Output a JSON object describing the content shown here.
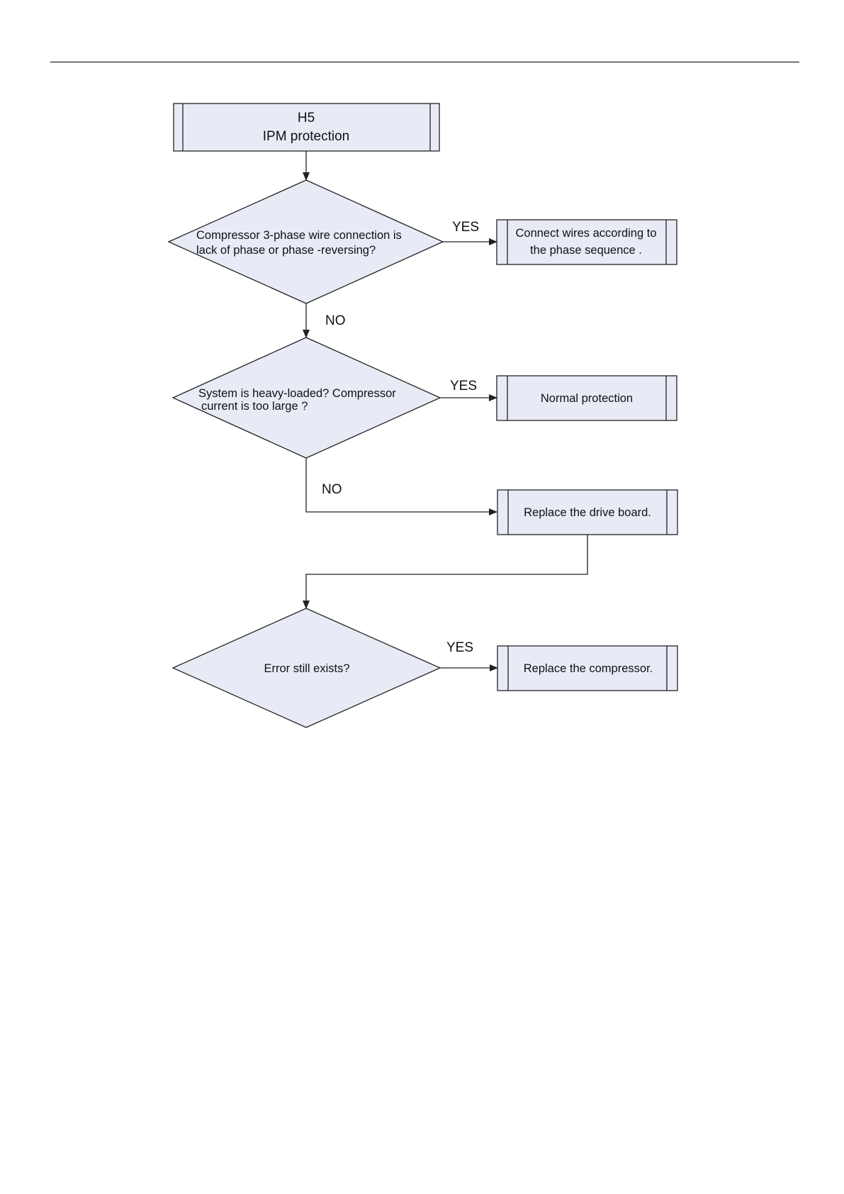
{
  "flowchart": {
    "start": {
      "code": "H5",
      "title": "IPM protection"
    },
    "decision1": {
      "line1": "Compressor 3-phase wire connection is",
      "line2": "lack of phase or phase -reversing?",
      "yes_label": "YES",
      "no_label": "NO"
    },
    "action1": {
      "line1": "Connect wires according to",
      "line2": "the phase sequence ."
    },
    "decision2": {
      "line1": "System is heavy-loaded? Compressor",
      "line2": "current is too large ?",
      "yes_label": "YES",
      "no_label": "NO"
    },
    "action2": {
      "text": "Normal protection"
    },
    "action3": {
      "text": "Replace the drive board."
    },
    "decision3": {
      "text": "Error still exists?",
      "yes_label": "YES"
    },
    "action4": {
      "text": "Replace the compressor."
    }
  },
  "colors": {
    "box_fill": "#e8ebf6",
    "stroke": "#222222"
  }
}
